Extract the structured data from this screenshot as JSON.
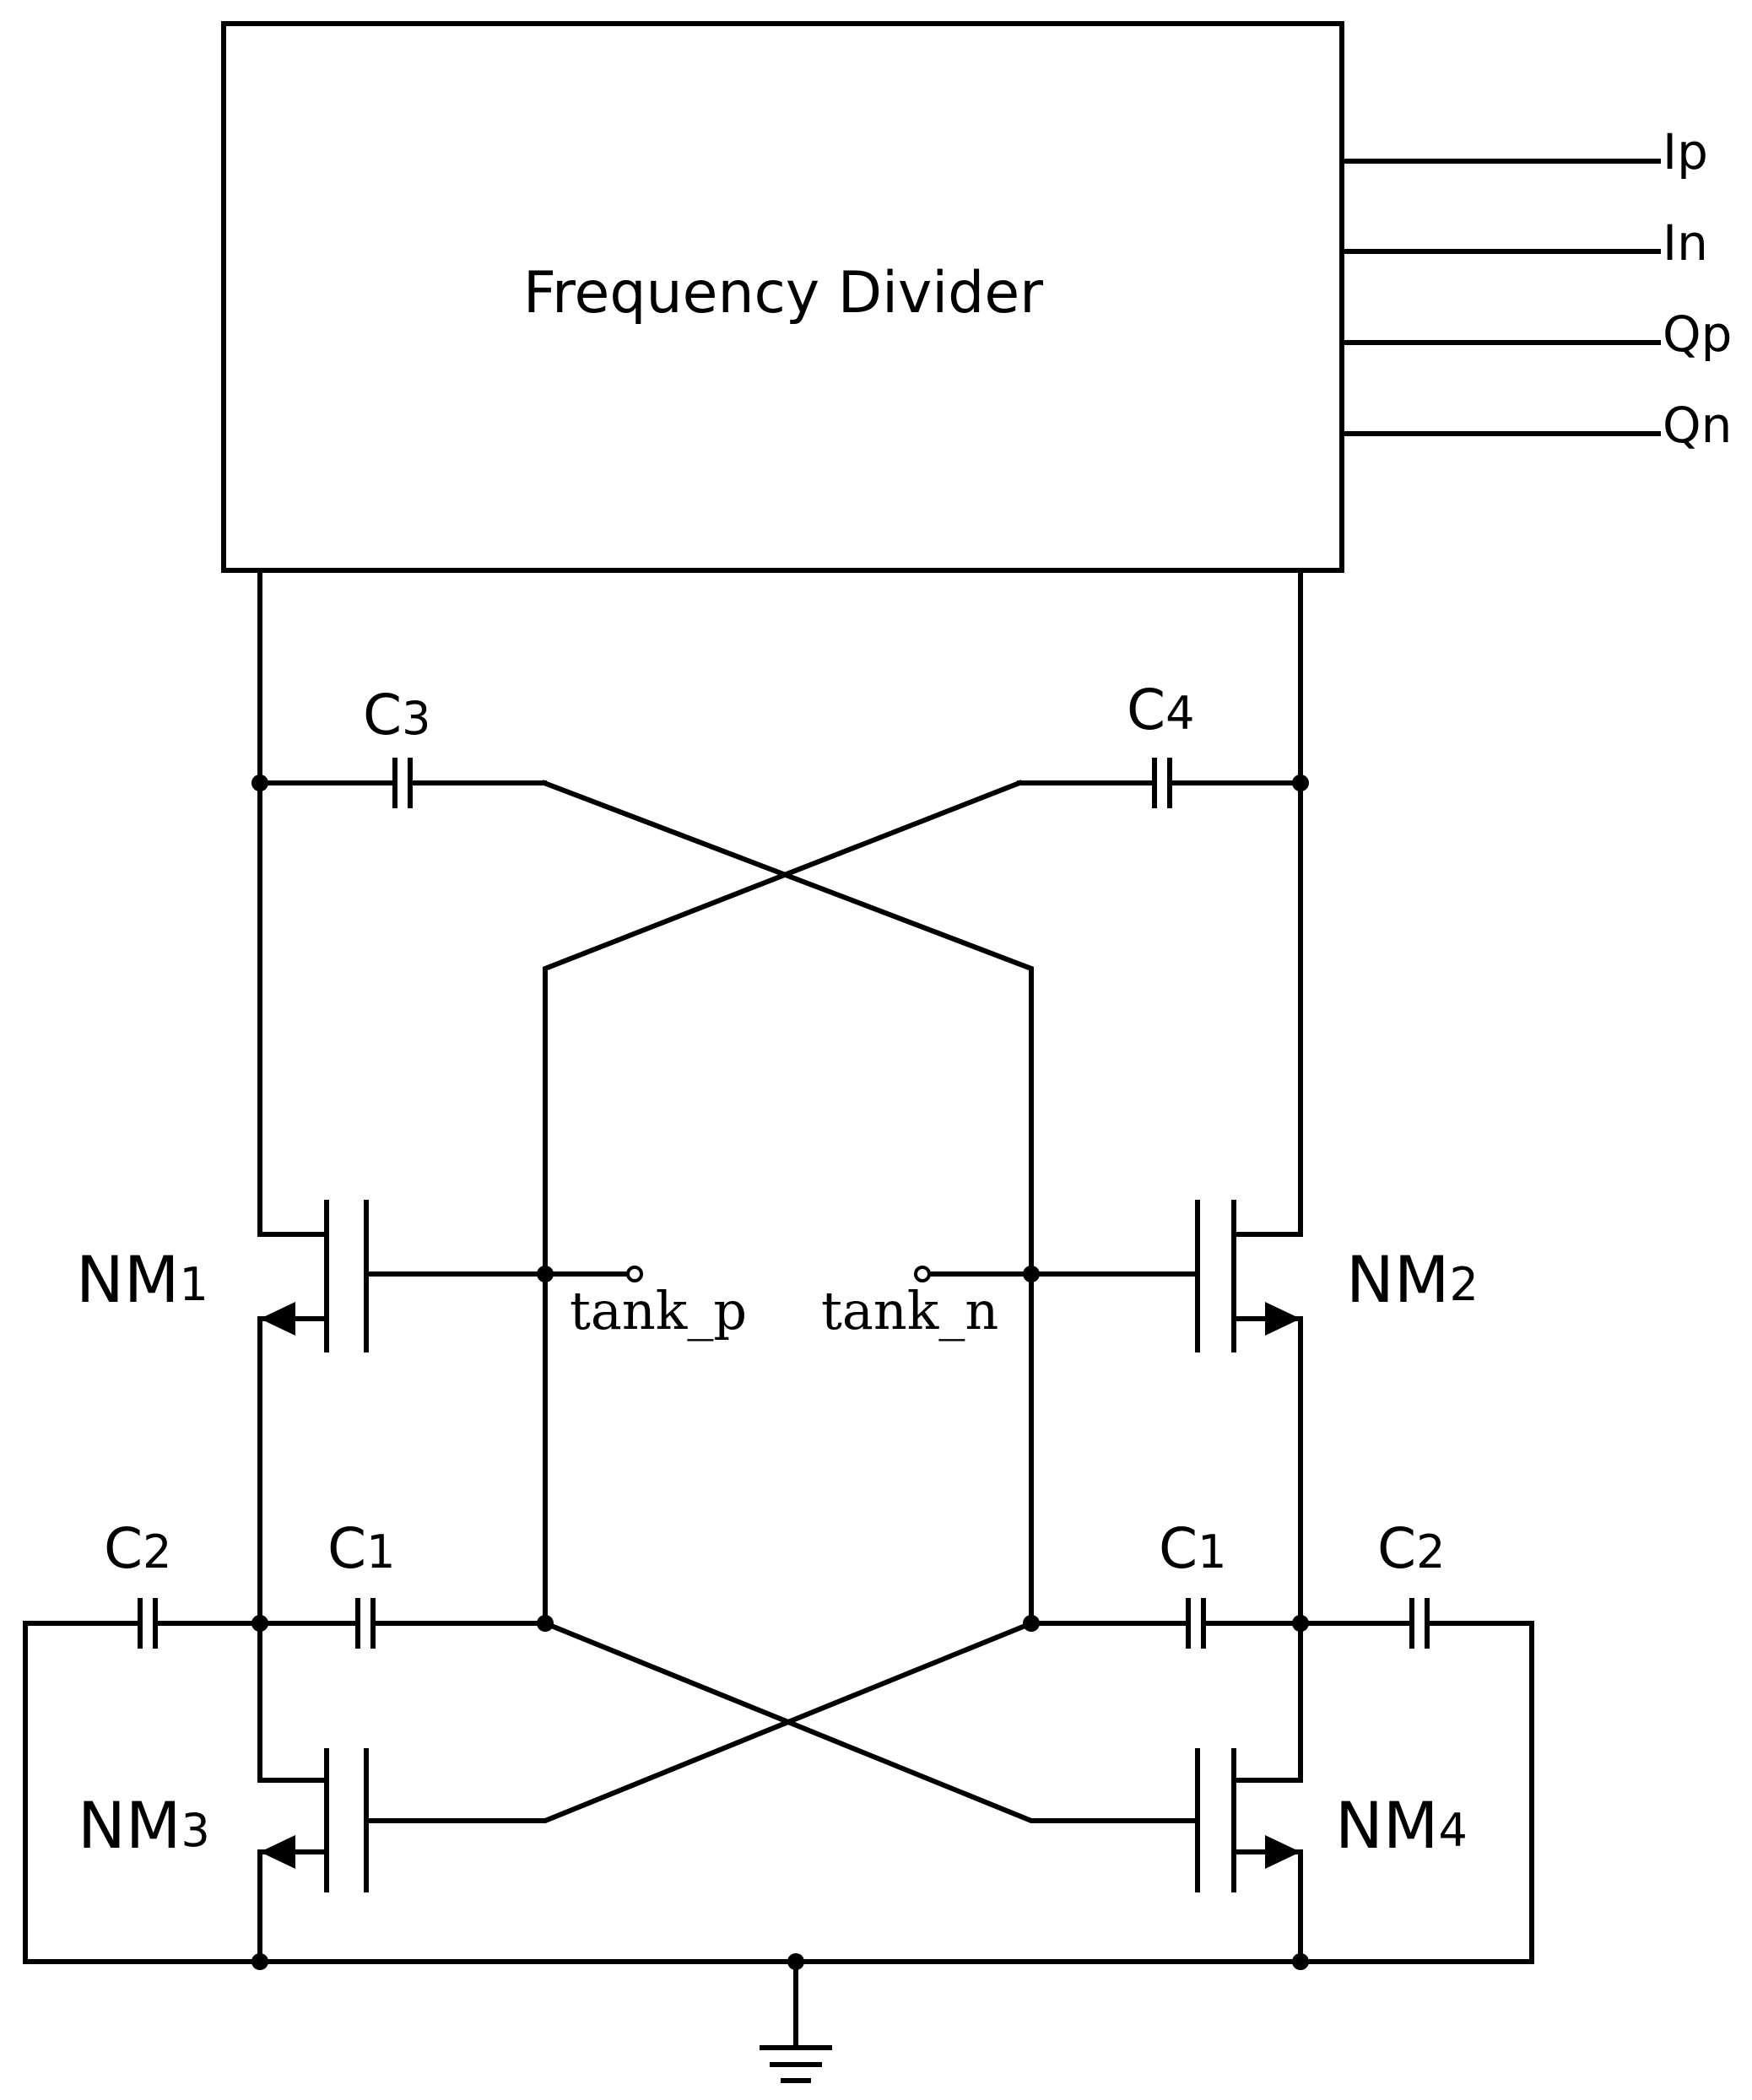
{
  "block": {
    "label": "Frequency Divider"
  },
  "outputs": [
    "Ip",
    "In",
    "Qp",
    "Qn"
  ],
  "transistors": {
    "nm1": {
      "base": "NM",
      "sub": "1"
    },
    "nm2": {
      "base": "NM",
      "sub": "2"
    },
    "nm3": {
      "base": "NM",
      "sub": "3"
    },
    "nm4": {
      "base": "NM",
      "sub": "4"
    }
  },
  "capacitors": {
    "c3": {
      "base": "C",
      "sub": "3"
    },
    "c4": {
      "base": "C",
      "sub": "4"
    },
    "c1_left": {
      "base": "C",
      "sub": "1"
    },
    "c1_right": {
      "base": "C",
      "sub": "1"
    },
    "c2_left": {
      "base": "C",
      "sub": "2"
    },
    "c2_right": {
      "base": "C",
      "sub": "2"
    }
  },
  "ports": {
    "tank_p": "tank_p",
    "tank_n": "tank_n"
  }
}
